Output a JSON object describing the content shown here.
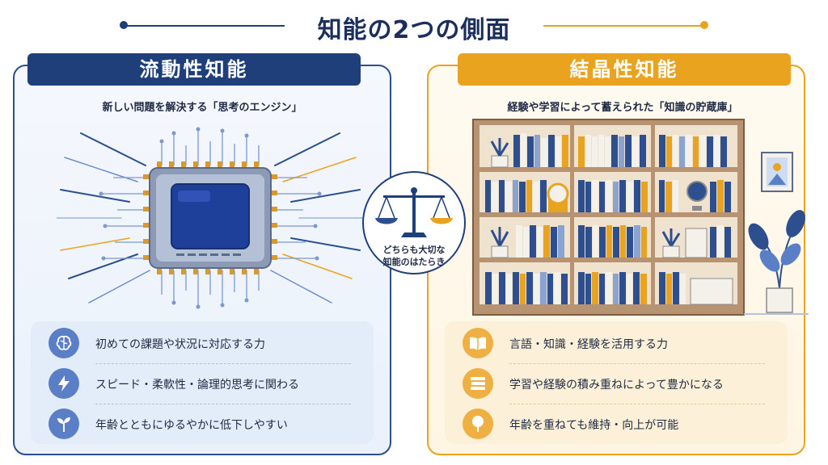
{
  "title": "知能の2つの側面",
  "colors": {
    "navy": "#1e3f7a",
    "orange": "#e9a31e"
  },
  "left": {
    "header": "流動性知能",
    "subtitle": "新しい問題を解決する「思考のエンジン」",
    "illustration": "cpu-chip-icon",
    "features": [
      {
        "icon": "brain-icon",
        "text": "初めての課題や状況に対応する力"
      },
      {
        "icon": "lightning-icon",
        "text": "スピード・柔軟性・論理的思考に関わる"
      },
      {
        "icon": "sprout-icon",
        "text": "年齢とともにゆるやかに低下しやすい"
      }
    ]
  },
  "right": {
    "header": "結晶性知能",
    "subtitle": "経験や学習によって蓄えられた「知識の貯蔵庫」",
    "illustration": "bookshelf-icon",
    "features": [
      {
        "icon": "open-book-icon",
        "text": "言語・知識・経験を活用する力"
      },
      {
        "icon": "stacked-books-icon",
        "text": "学習や経験の積み重ねによって豊かになる"
      },
      {
        "icon": "tree-icon",
        "text": "年齢を重ねても維持・向上が可能"
      }
    ]
  },
  "center": {
    "icon": "balance-scale-icon",
    "line1": "どちらも大切な",
    "line2": "知能のはたらき"
  }
}
